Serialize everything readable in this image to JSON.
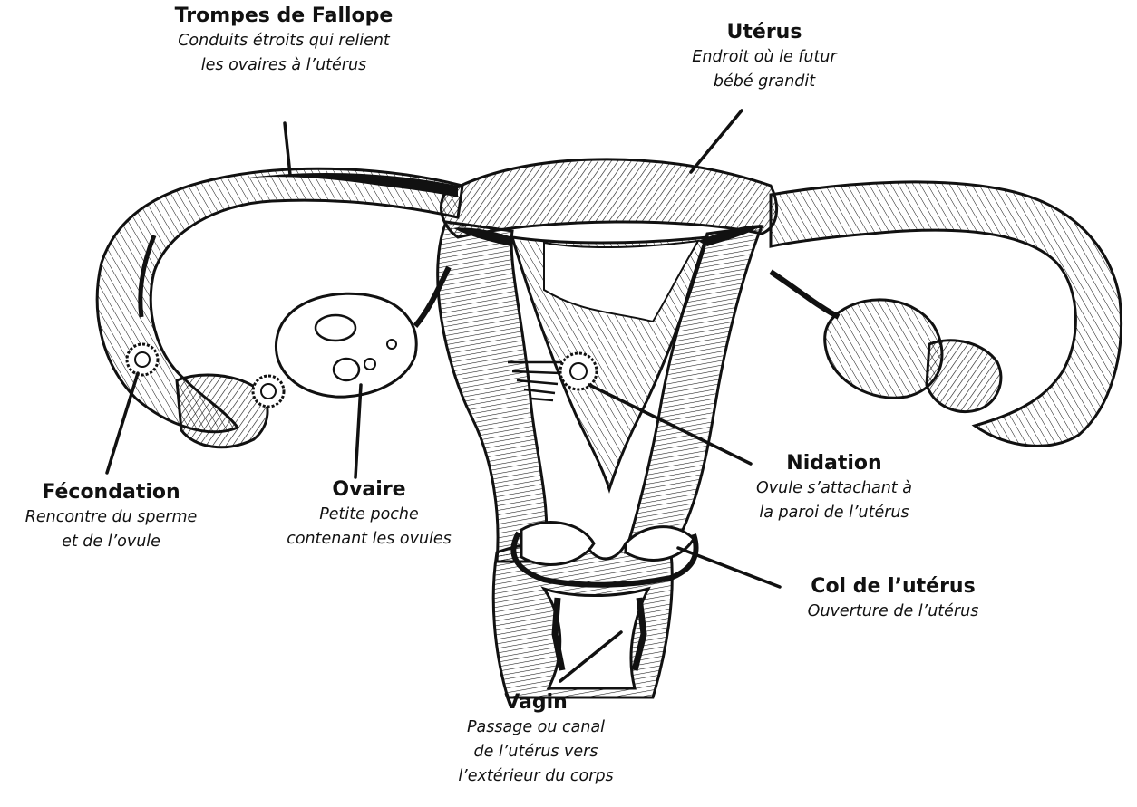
{
  "labels": {
    "trompes": {
      "title": "Trompes de Fallope",
      "line1": "Conduits étroits qui relient",
      "line2": "les ovaires à l’utérus"
    },
    "uterus": {
      "title": "Utérus",
      "line1": "Endroit où le futur",
      "line2": "bébé grandit"
    },
    "fecondation": {
      "title": "Fécondation",
      "line1": "Rencontre du sperme",
      "line2": "et de l’ovule"
    },
    "ovaire": {
      "title": "Ovaire",
      "line1": "Petite poche",
      "line2": "contenant les ovules"
    },
    "nidation": {
      "title": "Nidation",
      "line1": "Ovule s’attachant à",
      "line2": "la paroi de l’utérus"
    },
    "col": {
      "title": "Col de l’utérus",
      "line1": "Ouverture de l’utérus"
    },
    "vagin": {
      "title": "Vagin",
      "line1": "Passage ou canal",
      "line2": "de l’utérus vers",
      "line3": "l’extérieur du corps"
    }
  },
  "colors": {
    "ink": "#111111",
    "paper": "#ffffff"
  }
}
